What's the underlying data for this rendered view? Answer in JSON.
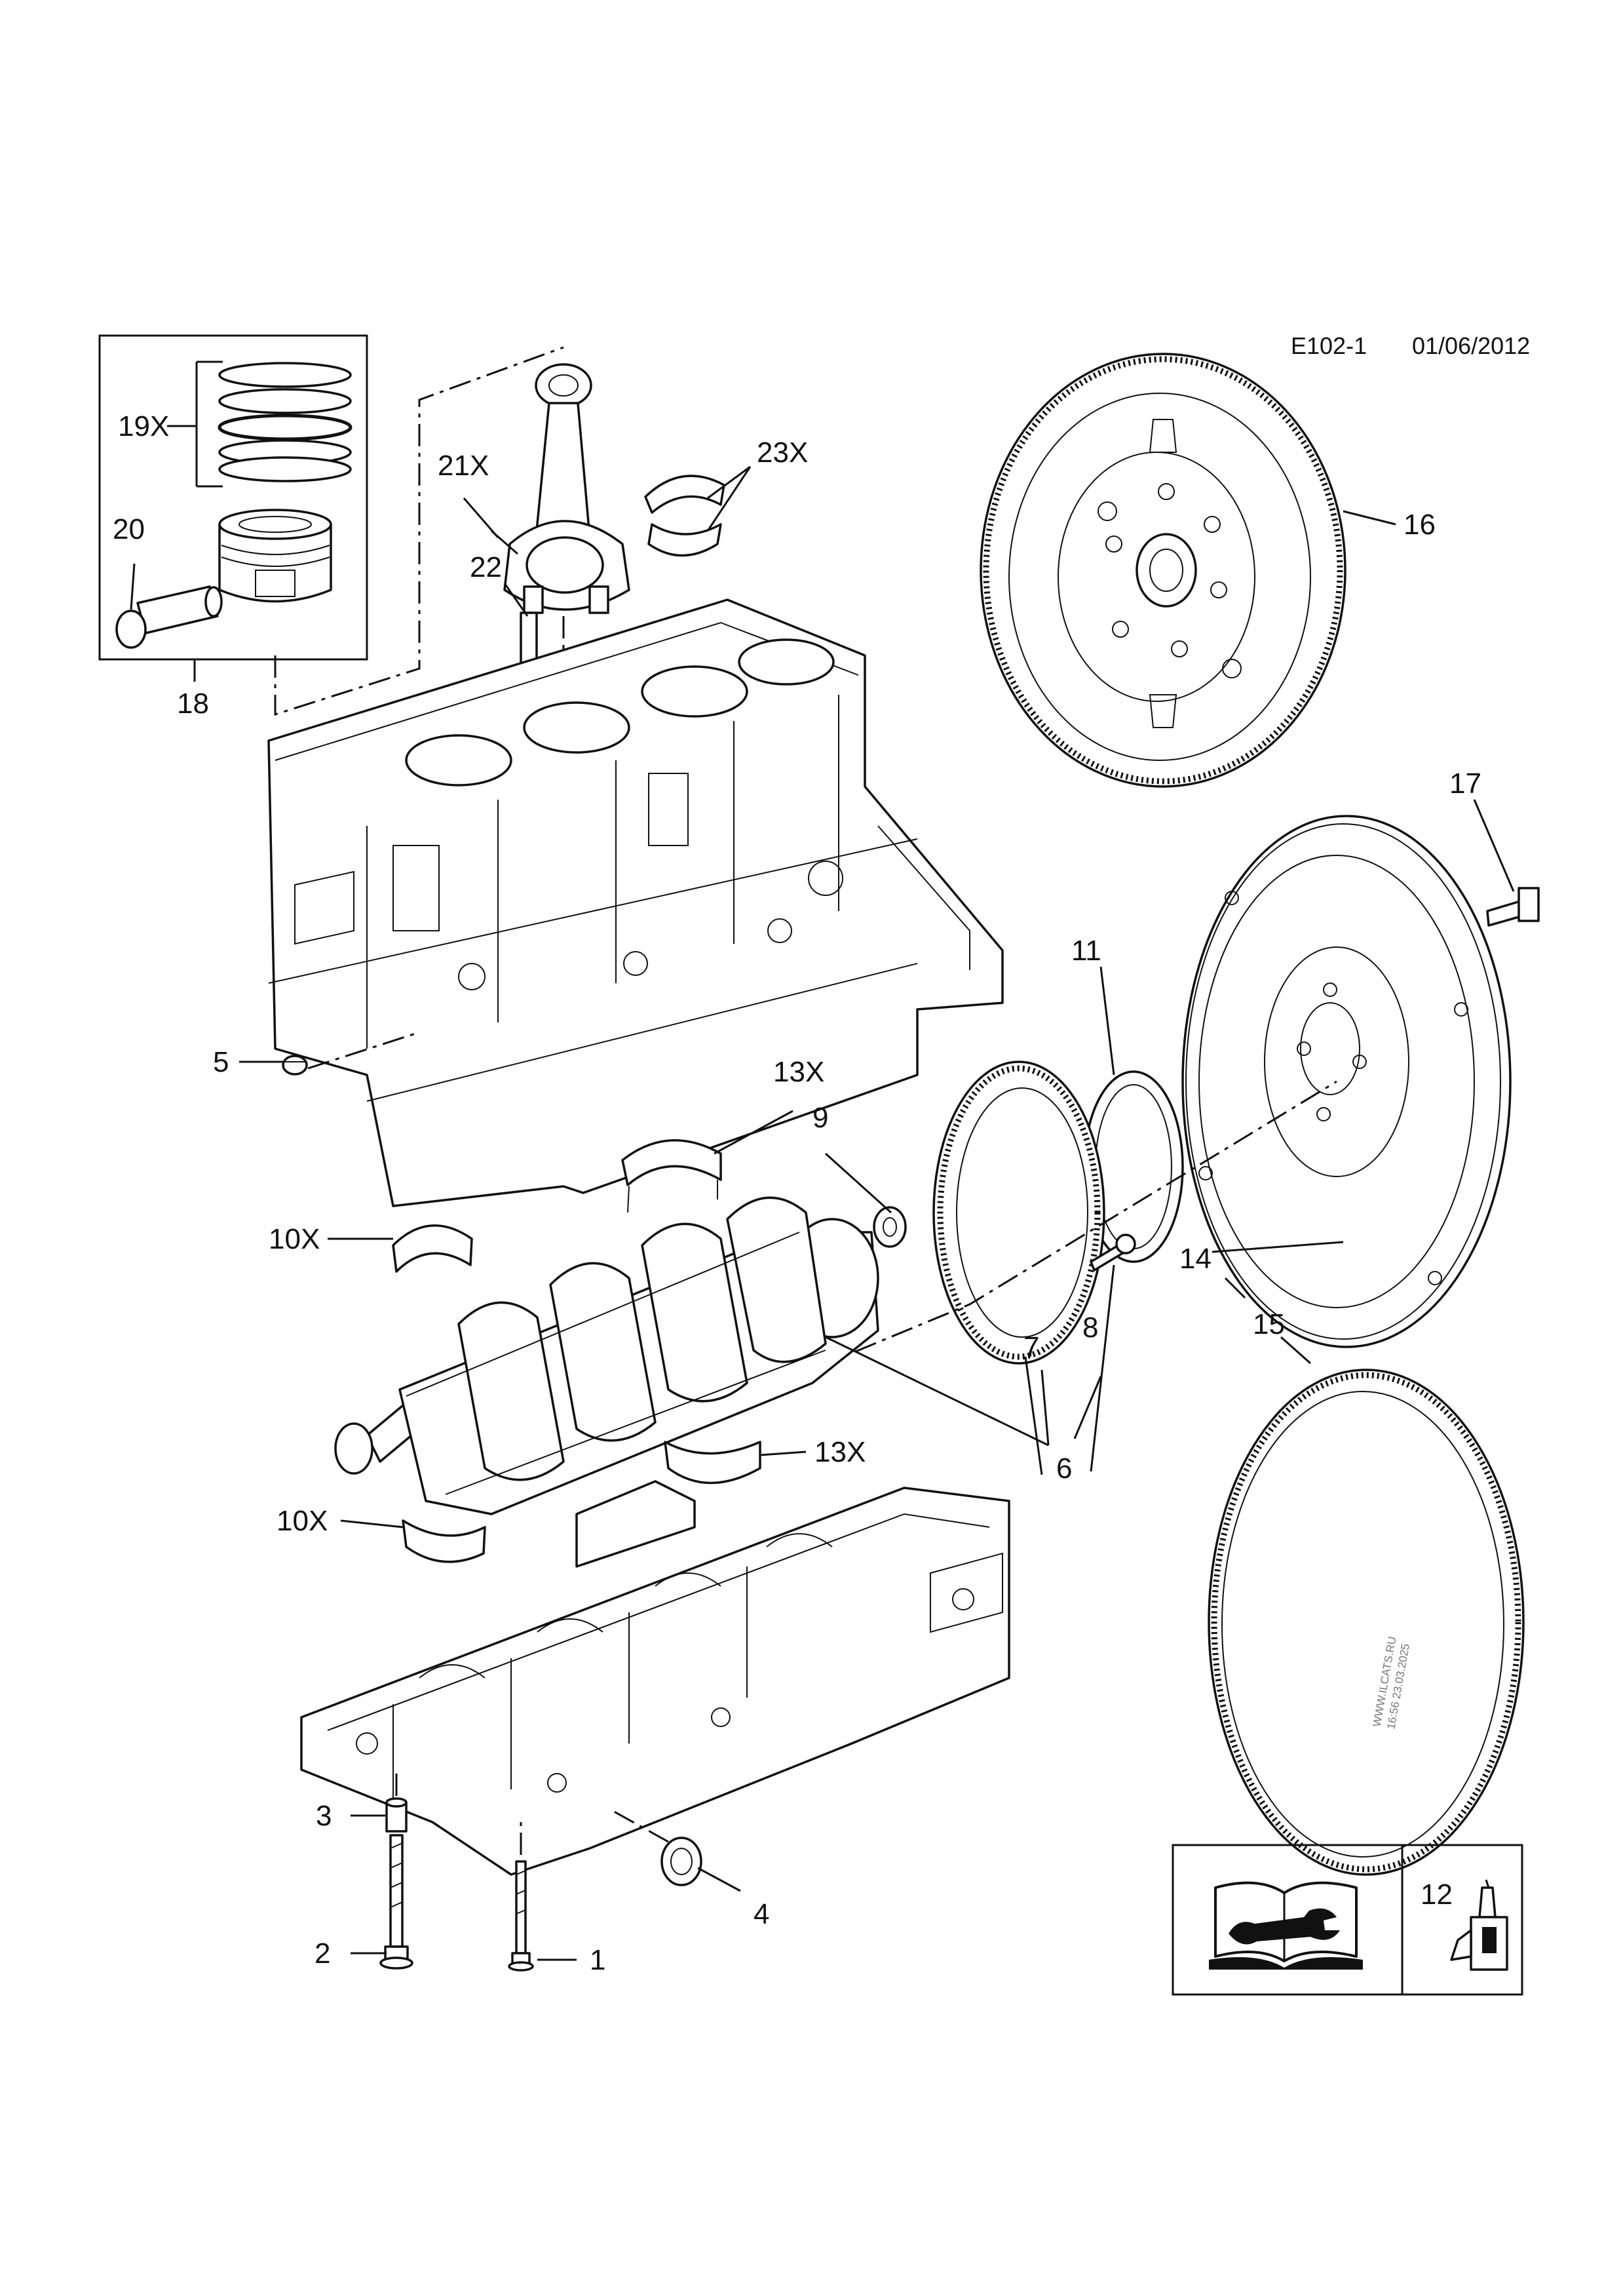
{
  "header": {
    "code": "E102-1",
    "date": "01/06/2012"
  },
  "watermark": {
    "site": "WWW.ILCATS.RU",
    "stamp": "16:56 23.03.2025"
  },
  "callouts": {
    "c1": "1",
    "c2": "2",
    "c3": "3",
    "c4": "4",
    "c5": "5",
    "c6": "6",
    "c7": "7",
    "c8": "8",
    "c9": "9",
    "c10a": "10X",
    "c10b": "10X",
    "c11": "11",
    "c12": "12",
    "c13a": "13X",
    "c13b": "13X",
    "c14": "14",
    "c15": "15",
    "c16": "16",
    "c17": "17",
    "c18": "18",
    "c19": "19X",
    "c20": "20",
    "c21": "21X",
    "c22": "22",
    "c23": "23X"
  },
  "icons": {
    "manual": "service-manual-icon",
    "sealant": "sealant-tube-icon"
  }
}
